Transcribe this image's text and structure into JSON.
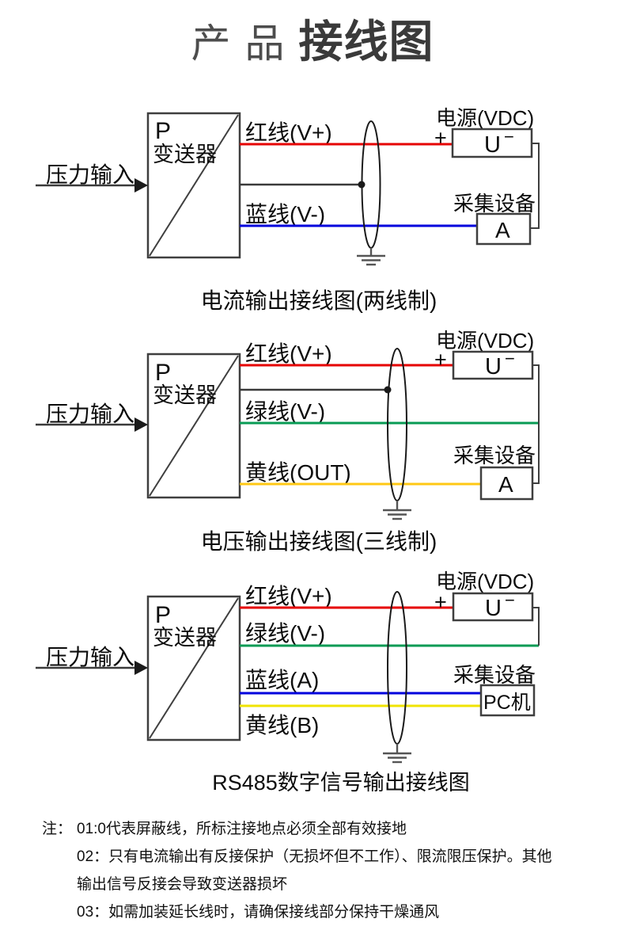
{
  "title": {
    "light": "产品",
    "bold": "接线图"
  },
  "colors": {
    "red": "#e60000",
    "blue": "#0000dd",
    "green": "#089b54",
    "gold": "#ffc814",
    "yellow": "#f0e400",
    "frame": "#3f3f3f",
    "shield": "#1a1a1a",
    "ground": "#555555"
  },
  "d1": {
    "input": "压力输入",
    "dev_p": "P",
    "dev_name": "变送器",
    "w_red": "红线(V+)",
    "w_blue": "蓝线(V-)",
    "power": "电源(VDC)",
    "plus": "+",
    "u": "U",
    "minus": "−",
    "coll": "采集设备",
    "unit": "A",
    "caption": "电流输出接线图(两线制)"
  },
  "d2": {
    "input": "压力输入",
    "dev_p": "P",
    "dev_name": "变送器",
    "w_red": "红线(V+)",
    "w_green": "绿线(V-)",
    "w_out": "黄线(OUT)",
    "power": "电源(VDC)",
    "plus": "+",
    "u": "U",
    "minus": "−",
    "coll": "采集设备",
    "unit": "A",
    "caption": "电压输出接线图(三线制)"
  },
  "d3": {
    "input": "压力输入",
    "dev_p": "P",
    "dev_name": "变送器",
    "w_red": "红线(V+)",
    "w_green": "绿线(V-)",
    "w_blue": "蓝线(A)",
    "w_yellow": "黄线(B)",
    "power": "电源(VDC)",
    "plus": "+",
    "u": "U",
    "minus": "−",
    "coll": "采集设备",
    "unit": "PC机",
    "caption": "RS485数字信号输出接线图"
  },
  "notes": {
    "prefix": "注：",
    "line1": "01:0代表屏蔽线，所标注接地点必须全部有效接地",
    "line2": "02：只有电流输出有反接保护（无损坏但不工作）、限流限压保护。其他",
    "line3": "输出信号反接会导致变送器损坏",
    "line4": "03：如需加装延长线时，请确保接线部分保持干燥通风"
  }
}
